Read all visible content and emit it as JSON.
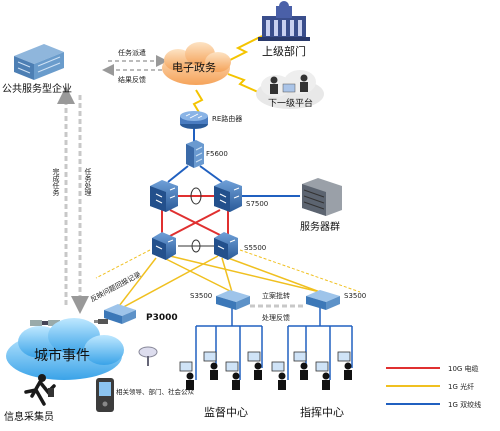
{
  "nodes": {
    "egov": "电子政务",
    "superior": "上级部门",
    "sub_platform": "下一级平台",
    "public_service": "公共服务型企业",
    "router": "RE路由器",
    "firewall": "F5600",
    "core": "S7500",
    "servers": "服务器群",
    "access": "S5500",
    "p3000": "P3000",
    "s3500_left": "S3500",
    "s3500_right": "S3500",
    "city_events": "城市事件",
    "collector": "信息采集员",
    "monitor_center": "监督中心",
    "command_center": "指挥中心"
  },
  "edges": {
    "task_dispatch": "任务派遣",
    "result_feedback": "结果反馈",
    "complete_task": "完成任务",
    "task_process": "任务处理",
    "report_upload": "反映问题回报记录",
    "case_transfer": "立案批转",
    "process_feedback": "处理反馈",
    "mobile_note": "相关领导、部门、社会公众"
  },
  "legend": {
    "items": [
      {
        "label": "10G  电缆",
        "color": "#e03030"
      },
      {
        "label": "1G  光纤",
        "color": "#f0c020"
      },
      {
        "label": "1G  双绞线",
        "color": "#2060c0"
      }
    ]
  }
}
